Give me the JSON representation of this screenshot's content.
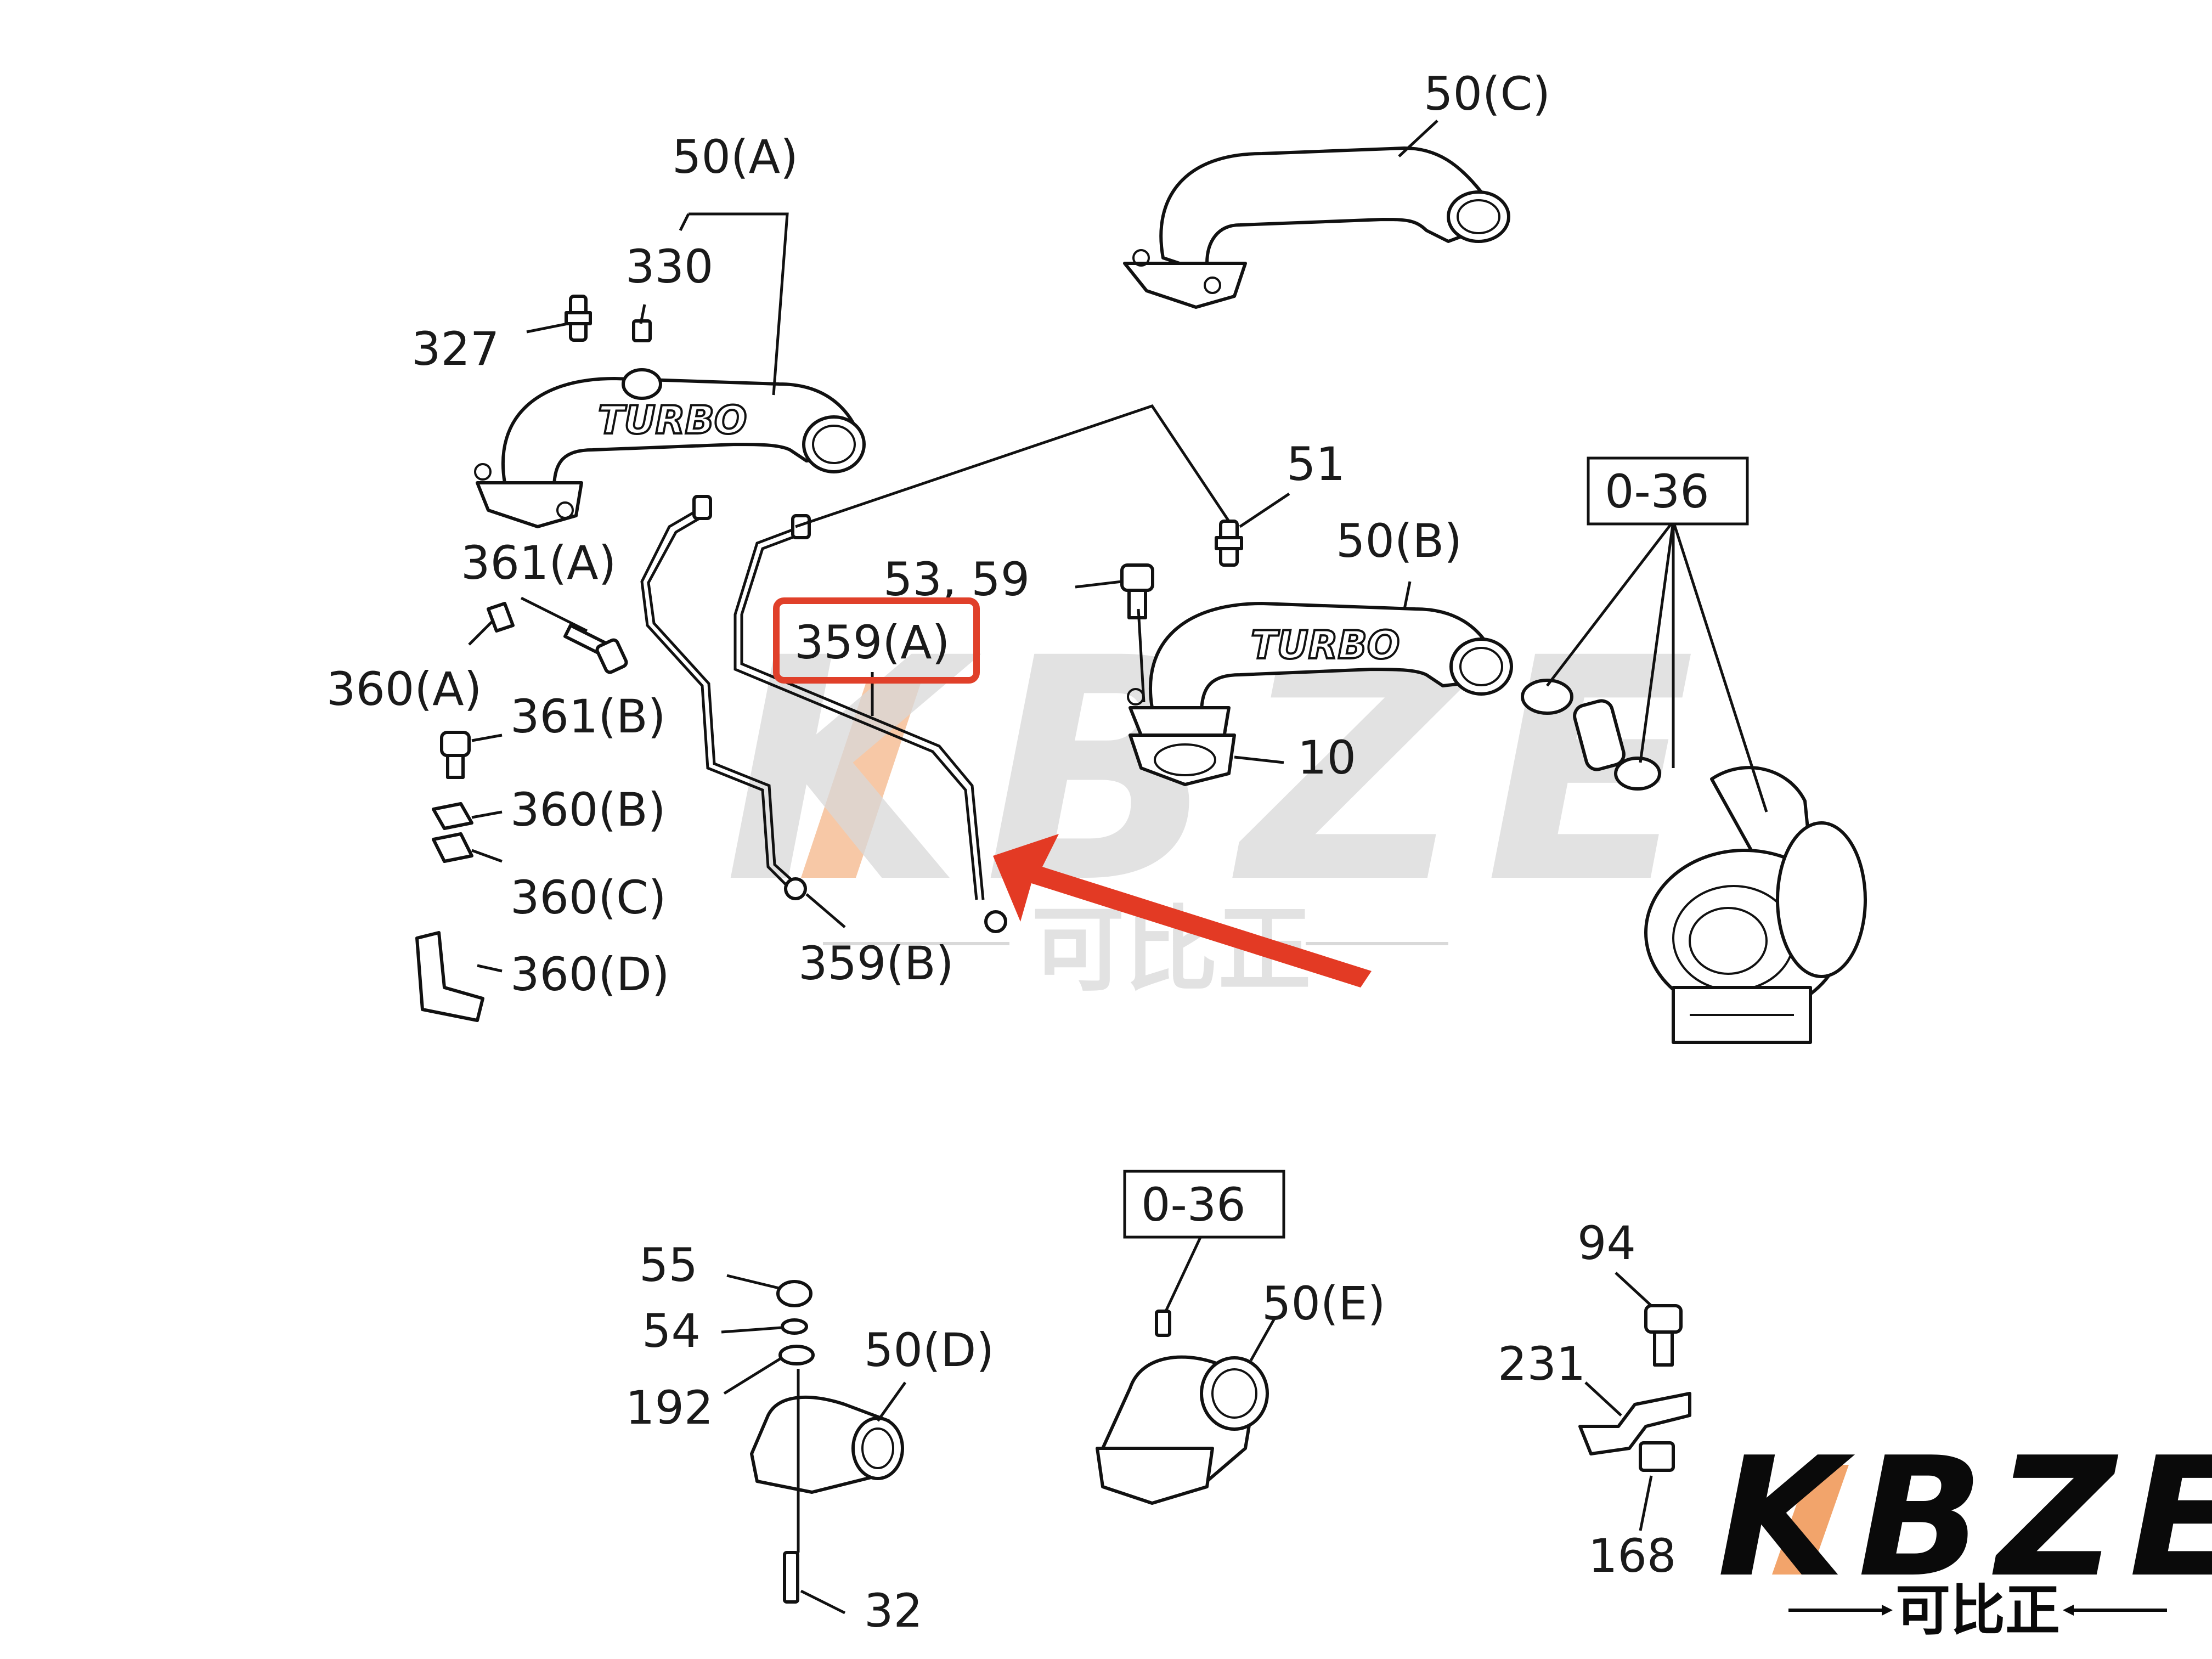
{
  "labels": {
    "p50a": "50(A)",
    "p330": "330",
    "p327": "327",
    "p50c": "50(C)",
    "p51": "51",
    "p50b": "50(B)",
    "p0_36_top": "0-36",
    "p361a": "361(A)",
    "p53_59": "53, 59",
    "p359a": "359(A)",
    "p360a": "360(A)",
    "p361b": "361(B)",
    "p10": "10",
    "p360b": "360(B)",
    "p360c": "360(C)",
    "p360d": "360(D)",
    "p359b": "359(B)",
    "p0_36_bot": "0-36",
    "p55": "55",
    "p54": "54",
    "p50d": "50(D)",
    "p192": "192",
    "p32": "32",
    "p50e": "50(E)",
    "p94": "94",
    "p231": "231",
    "p168": "168"
  },
  "part_text": {
    "turbo_a": "TURBO",
    "turbo_b": "TURBO"
  },
  "watermark": {
    "brand": "KBZE",
    "brand_cn": "可比正"
  },
  "logo": {
    "brand": "KBZE",
    "brand_cn": "可比正"
  },
  "colors": {
    "highlight": "#e0402a",
    "arrow": "#e33a24",
    "watermark_accent": "#f2a46b"
  }
}
